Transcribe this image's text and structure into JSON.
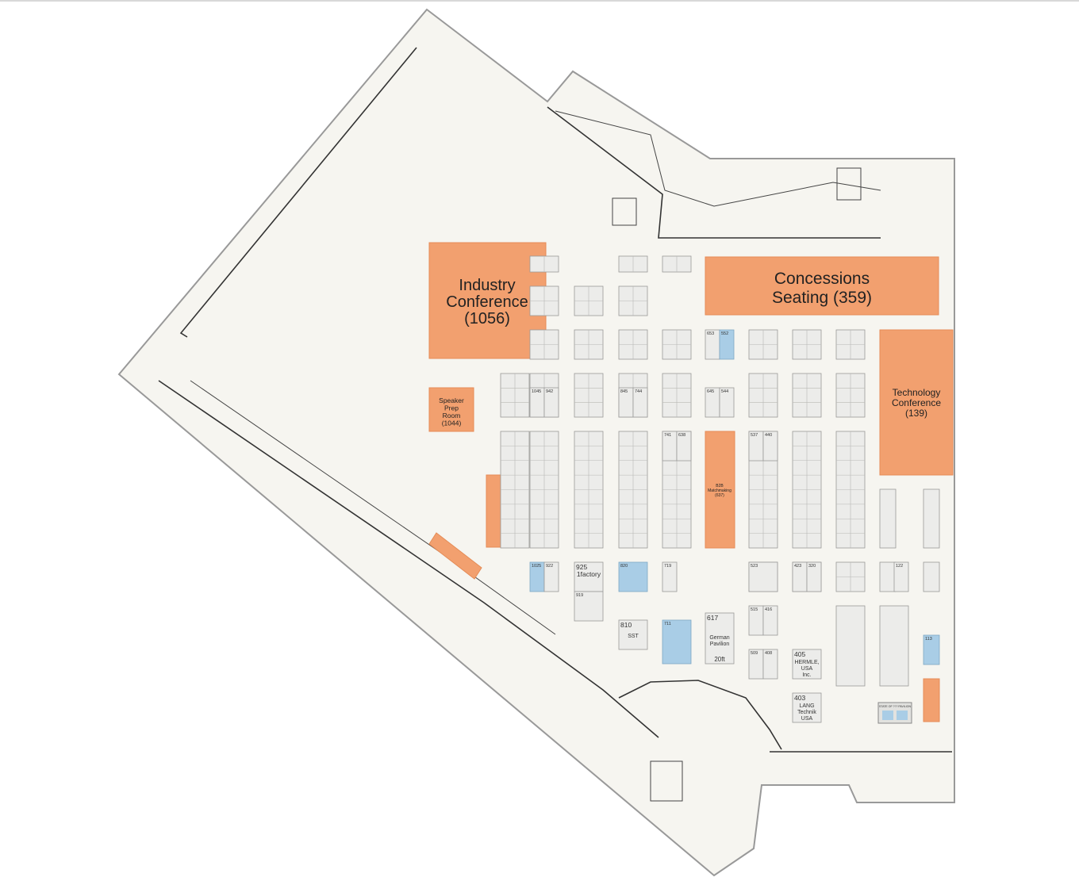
{
  "rooms": [
    {
      "id": "industry",
      "lines": [
        "Industry",
        "Conference",
        "(1056)"
      ]
    },
    {
      "id": "concessions",
      "lines": [
        "Concessions",
        "Seating (359)"
      ]
    },
    {
      "id": "technology",
      "lines": [
        "Technology",
        "Conference",
        "(139)"
      ]
    },
    {
      "id": "speaker",
      "lines": [
        "Speaker",
        "Prep",
        "Room",
        "(1044)"
      ]
    },
    {
      "id": "matchmaking",
      "lines": [
        "B2B",
        "Matchmaking",
        "(637)"
      ]
    }
  ],
  "booths": [
    {
      "id": "1045",
      "label": "1045"
    },
    {
      "id": "942",
      "label": "942"
    },
    {
      "id": "741",
      "label": "741"
    },
    {
      "id": "638",
      "label": "638"
    },
    {
      "id": "537",
      "label": "537"
    },
    {
      "id": "440",
      "label": "440"
    },
    {
      "id": "653",
      "label": "653"
    },
    {
      "id": "552",
      "label": "552"
    },
    {
      "id": "645",
      "label": "645"
    },
    {
      "id": "544",
      "label": "544"
    },
    {
      "id": "845",
      "label": "845"
    },
    {
      "id": "744",
      "label": "744"
    },
    {
      "id": "1025",
      "label": "1025"
    },
    {
      "id": "922",
      "label": "922"
    },
    {
      "id": "925",
      "label": "925",
      "name": "1factory"
    },
    {
      "id": "919",
      "label": "919"
    },
    {
      "id": "820",
      "label": "820"
    },
    {
      "id": "719",
      "label": "719"
    },
    {
      "id": "523",
      "label": "523"
    },
    {
      "id": "423",
      "label": "423"
    },
    {
      "id": "320",
      "label": "320"
    },
    {
      "id": "122",
      "label": "122"
    },
    {
      "id": "810",
      "label": "810",
      "name": "SST"
    },
    {
      "id": "711",
      "label": "711"
    },
    {
      "id": "617",
      "label": "617",
      "name": "German Pavilion",
      "size": "20ft"
    },
    {
      "id": "515",
      "label": "515"
    },
    {
      "id": "416",
      "label": "416"
    },
    {
      "id": "509",
      "label": "509"
    },
    {
      "id": "408",
      "label": "408"
    },
    {
      "id": "405",
      "label": "405",
      "name": "HERMLE, USA Inc."
    },
    {
      "id": "403",
      "label": "403",
      "name": "LANG Technik USA"
    },
    {
      "id": "113",
      "label": "113"
    }
  ],
  "legend": {
    "text": "STATE OF ??? PAVILION"
  }
}
